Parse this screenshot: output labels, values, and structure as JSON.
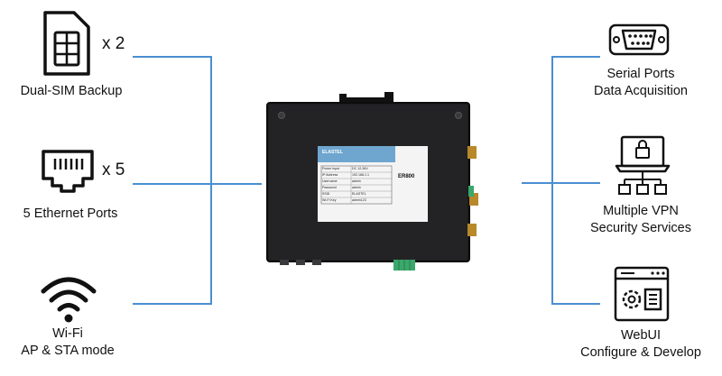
{
  "left_features": [
    {
      "icon": "sim-card-icon",
      "multiplier": "x 2",
      "label": "Dual-SIM Backup"
    },
    {
      "icon": "ethernet-port-icon",
      "multiplier": "x 5",
      "label": "5 Ethernet Ports"
    },
    {
      "icon": "wifi-icon",
      "label_line1": "Wi-Fi",
      "label_line2": "AP & STA mode"
    }
  ],
  "right_features": [
    {
      "icon": "serial-port-icon",
      "label_line1": "Serial Ports",
      "label_line2": "Data Acquisition"
    },
    {
      "icon": "vpn-security-icon",
      "label_line1": "Multiple VPN",
      "label_line2": "Security Services"
    },
    {
      "icon": "webui-icon",
      "label_line1": "WebUI",
      "label_line2": "Configure & Develop"
    }
  ],
  "device": {
    "brand": "ELASTEL",
    "model": "ER800",
    "label_rows": [
      [
        "Power Input",
        "DC 12-36V"
      ],
      [
        "IP Address",
        "192.168.1.1"
      ],
      [
        "Username",
        "admin"
      ],
      [
        "Password",
        "admin"
      ],
      [
        "SSID",
        "ELASTEL"
      ],
      [
        "Wi-Fi Key",
        "admin123"
      ]
    ]
  },
  "colors": {
    "connector_line": "#4a8fd1",
    "device_body": "#1c1c1e",
    "label_sticker": "#6ea6cf",
    "terminal_block": "#3aa86b"
  }
}
